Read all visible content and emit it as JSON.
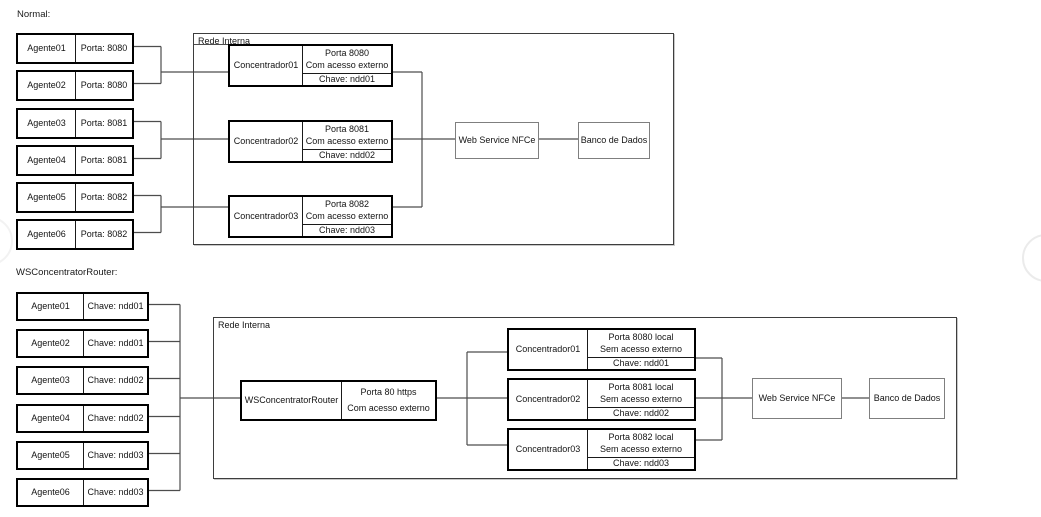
{
  "colors": {
    "background": "#ffffff",
    "shape_border": "#000000",
    "group_border": "#3d3d3d",
    "service_border": "#7f7f7f",
    "connector": "#4d4d4d",
    "text": "#141414"
  },
  "diagrams": [
    {
      "title": "Normal:",
      "network_label": "Rede Interna",
      "agents": [
        {
          "name": "Agente01",
          "detail": "Porta: 8080"
        },
        {
          "name": "Agente02",
          "detail": "Porta: 8080"
        },
        {
          "name": "Agente03",
          "detail": "Porta: 8081"
        },
        {
          "name": "Agente04",
          "detail": "Porta: 8081"
        },
        {
          "name": "Agente05",
          "detail": "Porta: 8082"
        },
        {
          "name": "Agente06",
          "detail": "Porta: 8082"
        }
      ],
      "concentrators": [
        {
          "name": "Concentrador01",
          "port": "Porta 8080",
          "access": "Com acesso externo",
          "key": "Chave: ndd01"
        },
        {
          "name": "Concentrador02",
          "port": "Porta 8081",
          "access": "Com acesso externo",
          "key": "Chave: ndd02"
        },
        {
          "name": "Concentrador03",
          "port": "Porta 8082",
          "access": "Com acesso externo",
          "key": "Chave: ndd03"
        }
      ],
      "webservice_label": "Web Service NFCe",
      "database_label": "Banco de Dados"
    },
    {
      "title": "WSConcentratorRouter:",
      "network_label": "Rede Interna",
      "agents": [
        {
          "name": "Agente01",
          "detail": "Chave: ndd01"
        },
        {
          "name": "Agente02",
          "detail": "Chave: ndd01"
        },
        {
          "name": "Agente03",
          "detail": "Chave: ndd02"
        },
        {
          "name": "Agente04",
          "detail": "Chave: ndd02"
        },
        {
          "name": "Agente05",
          "detail": "Chave: ndd03"
        },
        {
          "name": "Agente06",
          "detail": "Chave: ndd03"
        }
      ],
      "router": {
        "name": "WSConcentratorRouter",
        "port": "Porta 80 https",
        "access": "Com acesso externo"
      },
      "concentrators": [
        {
          "name": "Concentrador01",
          "port": "Porta 8080 local",
          "access": "Sem acesso externo",
          "key": "Chave: ndd01"
        },
        {
          "name": "Concentrador02",
          "port": "Porta 8081 local",
          "access": "Sem acesso externo",
          "key": "Chave: ndd02"
        },
        {
          "name": "Concentrador03",
          "port": "Porta 8082 local",
          "access": "Sem acesso externo",
          "key": "Chave: ndd03"
        }
      ],
      "webservice_label": "Web Service NFCe",
      "database_label": "Banco de Dados"
    }
  ]
}
